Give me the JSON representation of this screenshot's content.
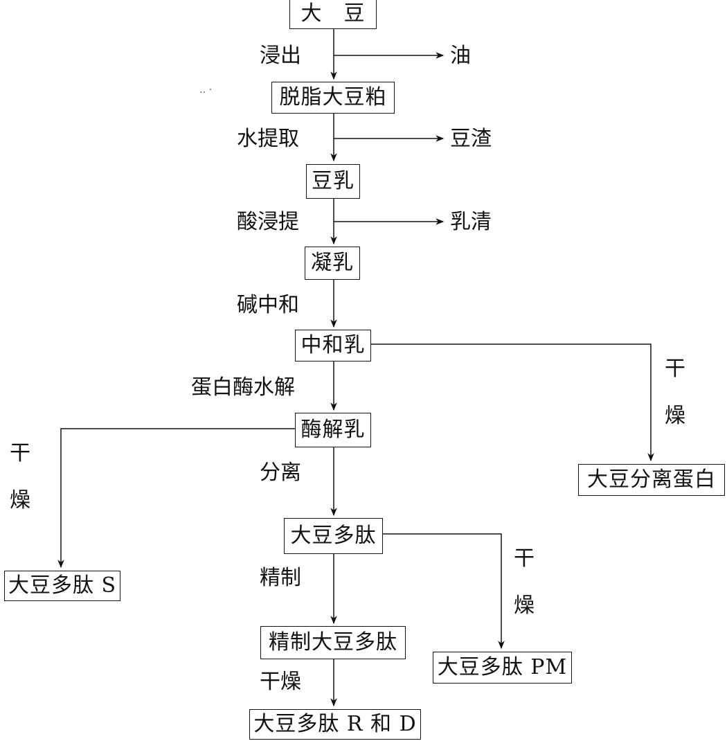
{
  "nodes": {
    "soybean": "大　豆",
    "defatted_meal": "脱脂大豆粕",
    "soy_milk": "豆乳",
    "curd": "凝乳",
    "neutralized_milk": "中和乳",
    "hydrolysate": "酶解乳",
    "spi": "大豆分离蛋白",
    "peptide_s": "大豆多肽 S",
    "peptide": "大豆多肽",
    "refined_peptide": "精制大豆多肽",
    "peptide_pm": "大豆多肽 PM",
    "peptide_rd": "大豆多肽 R 和 D"
  },
  "side_outputs": {
    "oil": "油",
    "okara": "豆渣",
    "whey": "乳清"
  },
  "steps": {
    "extract": "浸出",
    "water_extract": "水提取",
    "acid_precip": "酸浸提",
    "alkali_neutralize": "碱中和",
    "enzymolysis": "蛋白酶水解",
    "separate": "分离",
    "refine": "精制",
    "dry_bottom": "干燥",
    "dry_char_1": "干",
    "dry_char_2": "燥"
  }
}
